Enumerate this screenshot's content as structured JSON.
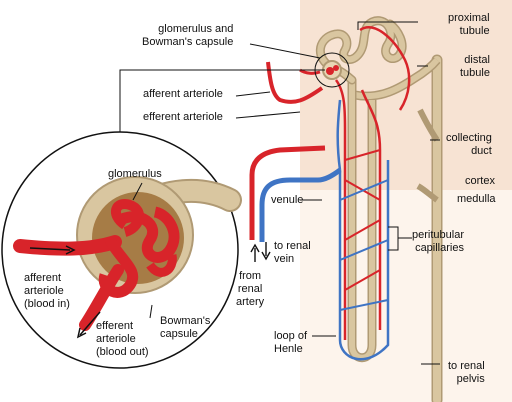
{
  "labels": {
    "glomerulus_bowmans": [
      "glomerulus and",
      "Bowman's capsule"
    ],
    "afferent_arteriole": "afferent arteriole",
    "efferent_arteriole": "efferent arteriole",
    "proximal_tubule": [
      "proximal",
      "tubule"
    ],
    "distal_tubule": [
      "distal",
      "tubule"
    ],
    "collecting_duct": [
      "collecting",
      "duct"
    ],
    "cortex": "cortex",
    "medulla": "medulla",
    "venule": "venule",
    "to_renal_vein": [
      "to renal",
      "vein"
    ],
    "from_renal_artery": [
      "from",
      "renal",
      "artery"
    ],
    "peritubular_capillaries": [
      "peritubular",
      "capillaries"
    ],
    "loop_of_henle": [
      "loop of",
      "Henle"
    ],
    "to_renal_pelvis": [
      "to renal",
      "pelvis"
    ],
    "inset_glomerulus": "glomerulus",
    "inset_afferent": [
      "afferent",
      "arteriole",
      "(blood in)"
    ],
    "inset_efferent": [
      "efferent",
      "arteriole",
      "(blood out)"
    ],
    "inset_bowmans": [
      "Bowman's",
      "capsule"
    ]
  },
  "colors": {
    "artery": "#d8242a",
    "vein": "#3f74c4",
    "tubule": "#d9c6a0",
    "tubule_outline": "#b09a74",
    "cortex_band": "#f7e3d3",
    "leader_line": "#111111"
  }
}
